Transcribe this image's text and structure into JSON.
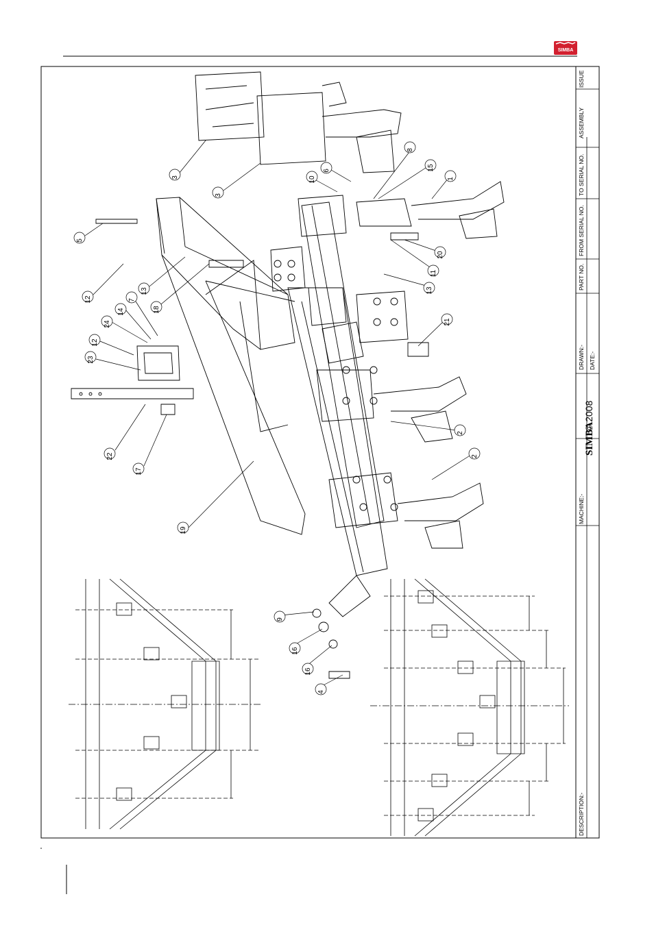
{
  "header": {
    "logo_text": "SIMBA",
    "accent_color": "#d2202f"
  },
  "title_block": {
    "issue": "ISSUE",
    "assembly": "ASSEMBLY",
    "to_serial": "TO SERIAL NO.",
    "from_serial": "FROM SERIAL NO.",
    "part_no": "PART NO.",
    "drawn": "DRAWN:-",
    "date": "DATE:-",
    "brand": "SIMBA",
    "copyright": "© 2008",
    "machine": "MACHINE:-",
    "description": "DESCRIPTION:-"
  },
  "callouts": [
    "3",
    "3",
    "5",
    "12",
    "13",
    "18",
    "7",
    "14",
    "24",
    "12",
    "23",
    "22",
    "17",
    "19",
    "6",
    "10",
    "8",
    "15",
    "1",
    "20",
    "11",
    "13",
    "21",
    "2",
    "2",
    "9",
    "16",
    "16",
    "4"
  ]
}
